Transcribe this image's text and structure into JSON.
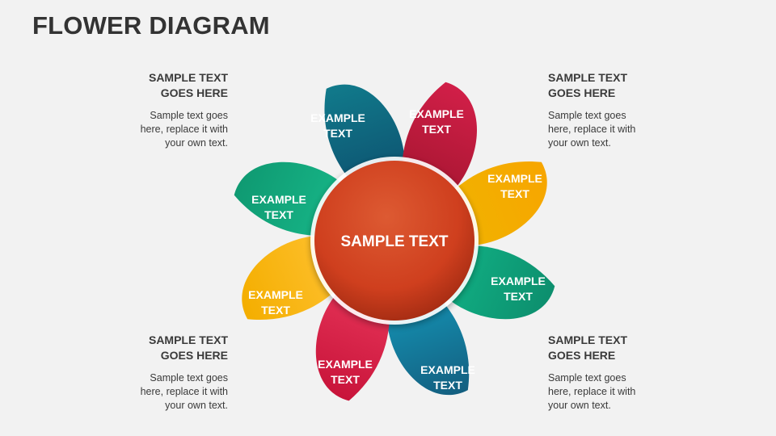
{
  "title": "FLOWER DIAGRAM",
  "center": {
    "label": "SAMPLE TEXT",
    "color": "#d2401f"
  },
  "petals": [
    {
      "line1": "EXAMPLE",
      "line2": "TEXT",
      "color": "#117a8b",
      "dark": "#0d4f6e"
    },
    {
      "line1": "EXAMPLE",
      "line2": "TEXT",
      "color": "#d11f48",
      "dark": "#a3152f"
    },
    {
      "line1": "EXAMPLE",
      "line2": "TEXT",
      "color": "#f7a600",
      "dark": "#f0b400"
    },
    {
      "line1": "EXAMPLE",
      "line2": "TEXT",
      "color": "#0d8f6e",
      "dark": "#11b386"
    },
    {
      "line1": "EXAMPLE",
      "line2": "TEXT",
      "color": "#135f80",
      "dark": "#1597b8"
    },
    {
      "line1": "EXAMPLE",
      "line2": "TEXT",
      "color": "#c8143a",
      "dark": "#e8365a"
    },
    {
      "line1": "EXAMPLE",
      "line2": "TEXT",
      "color": "#f4ae00",
      "dark": "#ffc233"
    },
    {
      "line1": "EXAMPLE",
      "line2": "TEXT",
      "color": "#0f9a72",
      "dark": "#18b98a"
    }
  ],
  "callouts": {
    "top_left": {
      "heading1": "SAMPLE TEXT",
      "heading2": "GOES HERE",
      "body1": "Sample text goes",
      "body2": "here, replace it with",
      "body3": "your own text."
    },
    "top_right": {
      "heading1": "SAMPLE TEXT",
      "heading2": "GOES HERE",
      "body1": "Sample text goes",
      "body2": "here, replace it with",
      "body3": "your own text."
    },
    "bottom_left": {
      "heading1": "SAMPLE TEXT",
      "heading2": "GOES HERE",
      "body1": "Sample text goes",
      "body2": "here, replace it with",
      "body3": "your own text."
    },
    "bottom_right": {
      "heading1": "SAMPLE TEXT",
      "heading2": "GOES HERE",
      "body1": "Sample text goes",
      "body2": "here, replace it with",
      "body3": "your own text."
    }
  }
}
